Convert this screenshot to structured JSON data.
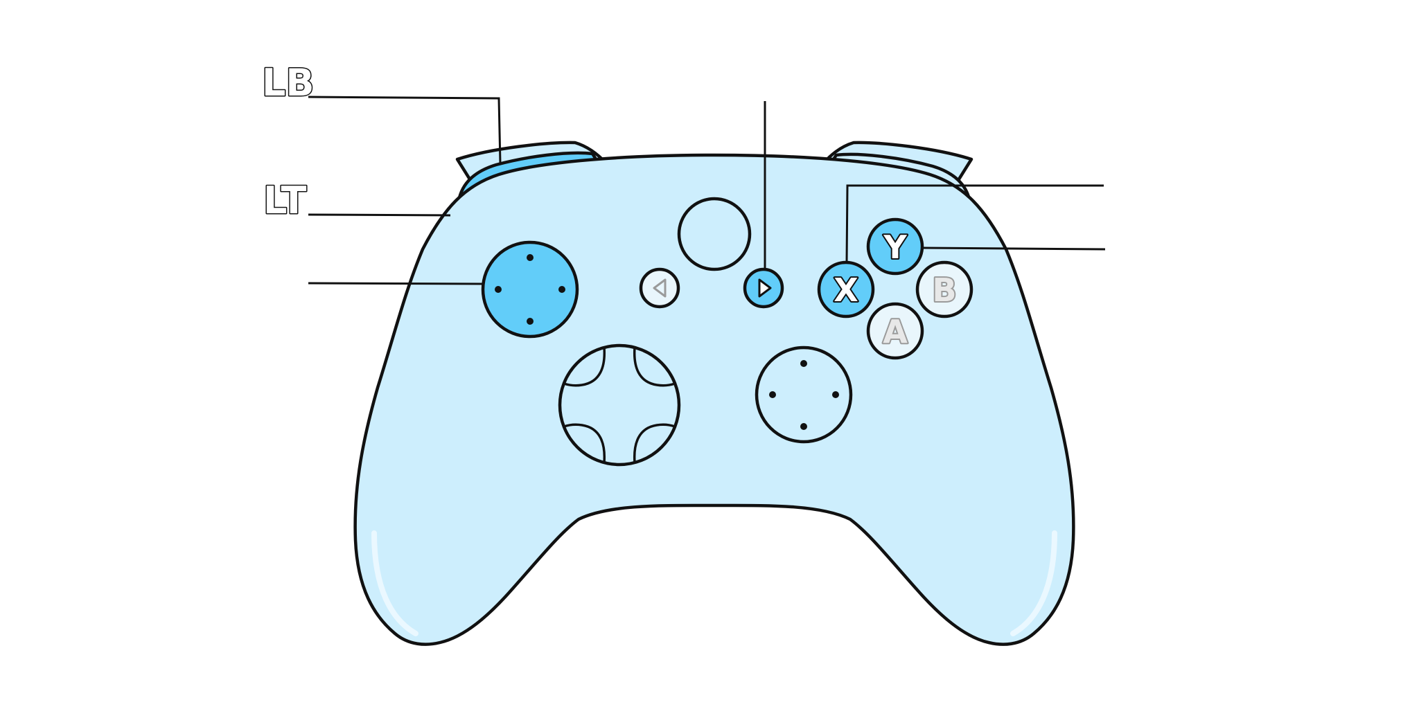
{
  "diagram": {
    "subject": "game-controller",
    "callouts": {
      "lb": "LB",
      "lt": "LT"
    },
    "face_buttons": {
      "y": "Y",
      "x": "X",
      "b": "B",
      "a": "A"
    },
    "highlighted_parts": [
      "left-bumper",
      "left-stick",
      "menu-button",
      "x-button",
      "y-button"
    ]
  },
  "colors": {
    "body_fill": "#cdeefd",
    "body_edge_highlight": "#eaf8ff",
    "accent_fill": "#62cdf9",
    "neutral_button_fill": "#e9f6fc",
    "ink": "#111111",
    "inactive_letter": "#e8e8e8",
    "inactive_letter_outline": "#9a9a9a"
  }
}
